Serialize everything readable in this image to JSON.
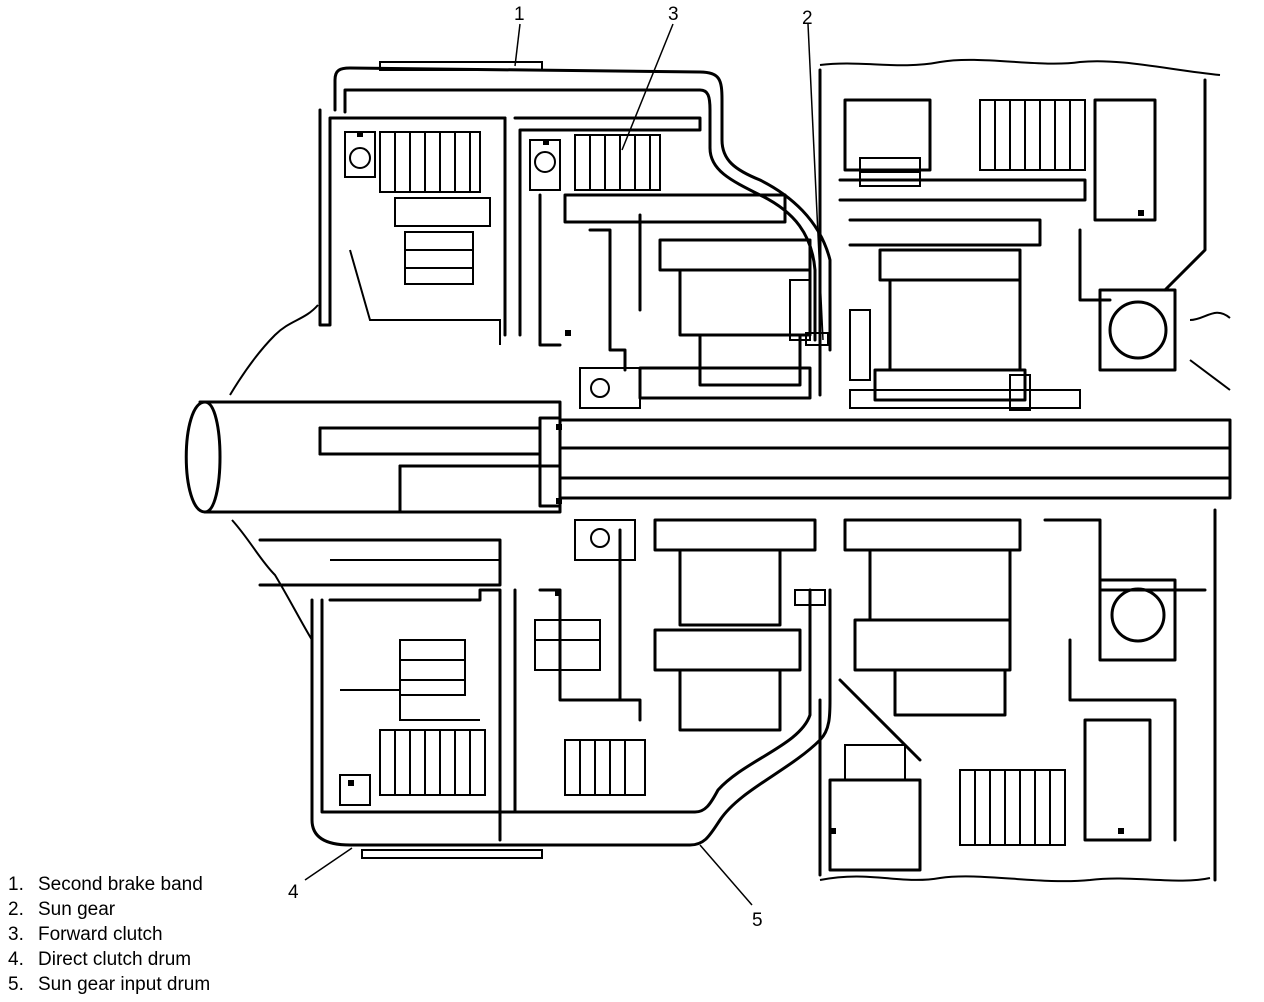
{
  "callouts": [
    "1",
    "3",
    "2",
    "4",
    "5"
  ],
  "legend": [
    {
      "num": "1.",
      "text": "Second brake band"
    },
    {
      "num": "2.",
      "text": "Sun gear"
    },
    {
      "num": "3.",
      "text": "Forward clutch"
    },
    {
      "num": "4.",
      "text": "Direct clutch drum"
    },
    {
      "num": "5.",
      "text": "Sun gear input drum"
    }
  ]
}
